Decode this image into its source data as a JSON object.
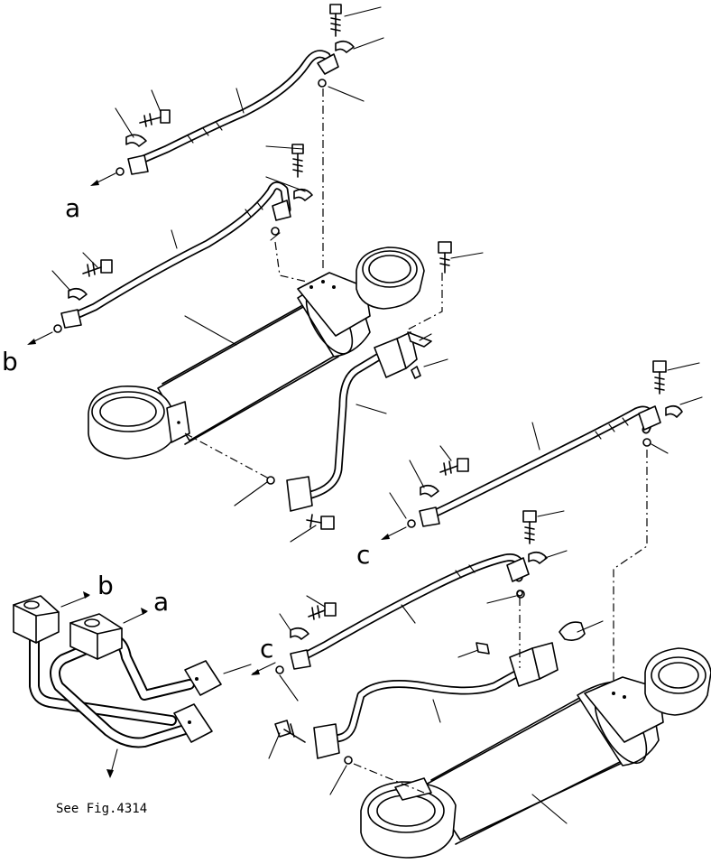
{
  "labels": {
    "a_top": "a",
    "b_top": "b",
    "c_mid": "c",
    "b_bottom": "b",
    "a_bottom": "a",
    "c_bottom": "c"
  },
  "caption": "See Fig.4314"
}
